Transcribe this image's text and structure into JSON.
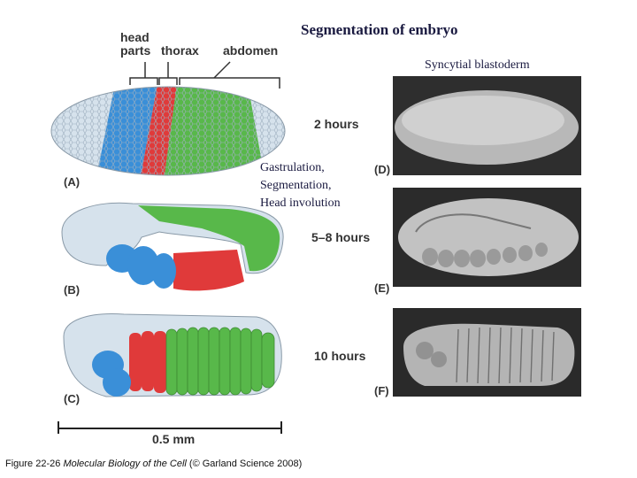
{
  "title": "Segmentation of embryo",
  "stages": {
    "syncytial": "Syncytial blastoderm",
    "gastrulation_lines": [
      "Gastrulation,",
      "Segmentation,",
      "Head involution"
    ]
  },
  "segment_labels": {
    "head_parts": [
      "head",
      "parts"
    ],
    "thorax": "thorax",
    "abdomen": "abdomen"
  },
  "times": [
    "2 hours",
    "5–8 hours",
    "10 hours"
  ],
  "panel_letters": [
    "(A)",
    "(B)",
    "(C)",
    "(D)",
    "(E)",
    "(F)"
  ],
  "scale_bar": "0.5 mm",
  "caption": {
    "prefix": "Figure 22-26  ",
    "book": "Molecular Biology of the Cell",
    "suffix": " (© Garland Science 2008)"
  },
  "colors": {
    "head": "#3a8fd8",
    "thorax": "#e03a3a",
    "abdomen": "#58b84a",
    "embryo_base": "#d6e2ec",
    "title_text": "#1a1a40"
  }
}
